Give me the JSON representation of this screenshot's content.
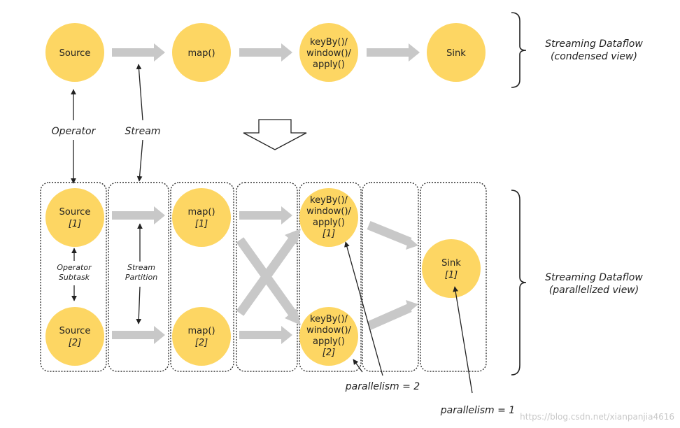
{
  "condensed": {
    "nodes": [
      {
        "id": "source",
        "lines": [
          "Source"
        ]
      },
      {
        "id": "map",
        "lines": [
          "map()"
        ]
      },
      {
        "id": "keyby",
        "lines": [
          "keyBy()/",
          "window()/",
          "apply()"
        ]
      },
      {
        "id": "sink",
        "lines": [
          "Sink"
        ]
      }
    ],
    "side_label": [
      "Streaming Dataflow",
      "(condensed view)"
    ]
  },
  "labels": {
    "operator": "Operator",
    "stream": "Stream",
    "operator_subtask": [
      "Operator",
      "Subtask"
    ],
    "stream_partition": [
      "Stream",
      "Partition"
    ],
    "parallelism_2": "parallelism = 2",
    "parallelism_1": "parallelism = 1"
  },
  "parallel": {
    "nodes": [
      {
        "id": "source1",
        "lines": [
          "Source"
        ],
        "idx": "[1]"
      },
      {
        "id": "source2",
        "lines": [
          "Source"
        ],
        "idx": "[2]"
      },
      {
        "id": "map1",
        "lines": [
          "map()"
        ],
        "idx": "[1]"
      },
      {
        "id": "map2",
        "lines": [
          "map()"
        ],
        "idx": "[2]"
      },
      {
        "id": "keyby1",
        "lines": [
          "keyBy()/",
          "window()/",
          "apply()"
        ],
        "idx": "[1]"
      },
      {
        "id": "keyby2",
        "lines": [
          "keyBy()/",
          "window()/",
          "apply()"
        ],
        "idx": "[2]"
      },
      {
        "id": "sink1",
        "lines": [
          "Sink"
        ],
        "idx": "[1]"
      }
    ],
    "side_label": [
      "Streaming Dataflow",
      "(parallelized view)"
    ]
  },
  "watermark": "https://blog.csdn.net/xianpanjia4616",
  "colors": {
    "node_fill": "#FDD663",
    "stream_arrow": "#C8C8C8",
    "line": "#222222"
  }
}
